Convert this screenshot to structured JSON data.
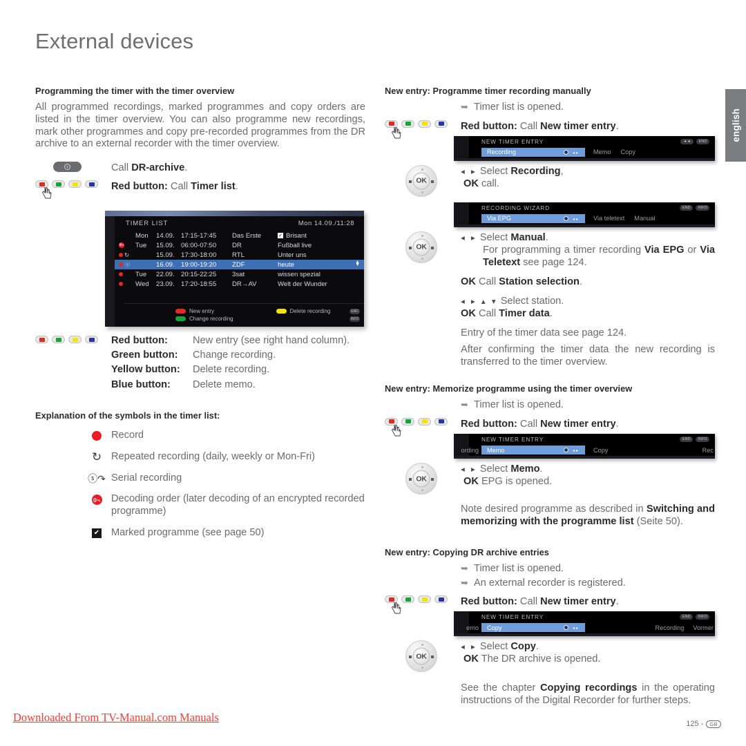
{
  "page": {
    "title": "External devices",
    "lang_tab": "english",
    "watermark": "Downloaded From TV-Manual.com Manuals",
    "page_number": "125 -",
    "region_code": "GB"
  },
  "left": {
    "section1_heading": "Programming the timer with the timer overview",
    "section1_body": "All programmed recordings, marked programmes and copy orders are listed in the timer overview. You can also programme new recordings, mark other programmes and copy pre-recorded programmes from the DR archive to an external recorder with the timer overview.",
    "step_dr_archive": "Call DR-archive.",
    "step_dr_archive_plain": "Call ",
    "step_dr_archive_bold": "DR-archive",
    "step_red_timer_list_bold": "Red button:",
    "step_red_timer_list_plain": " Call ",
    "step_red_timer_list_bold2": "Timer list",
    "button_legend": [
      {
        "label": "Red button:",
        "value": "New entry (see right hand column)."
      },
      {
        "label": "Green button:",
        "value": "Change recording."
      },
      {
        "label": "Yellow button:",
        "value": "Delete recording."
      },
      {
        "label": "Blue button:",
        "value": "Delete memo."
      }
    ],
    "symbols_heading": "Explanation of the symbols in the timer list:",
    "symbols": [
      {
        "icon": "record-dot-icon",
        "text": "Record"
      },
      {
        "icon": "repeat-arrow-icon",
        "text": "Repeated recording (daily, weekly or Mon-Fri)"
      },
      {
        "icon": "serial-recording-icon",
        "text": "Serial recording"
      },
      {
        "icon": "decoding-order-icon",
        "text": "Decoding order (later decoding of an encrypted recorded programme)"
      },
      {
        "icon": "marked-checkbox-icon",
        "text": "Marked programme (see page 50)"
      }
    ]
  },
  "timer_list_osd": {
    "title": "TIMER LIST",
    "clock": "Mon 14.09./11:28",
    "columns": [
      "symbol",
      "day",
      "date",
      "time",
      "station",
      "programme"
    ],
    "rows": [
      {
        "symbols": [],
        "day": "Mon",
        "date": "14.09.",
        "time": "17:15-17:45",
        "station": "Das Erste",
        "programme": "Brisant",
        "marked": true,
        "selected": false
      },
      {
        "symbols": [
          "decode"
        ],
        "day": "Tue",
        "date": "15.09.",
        "time": "06:00-07:50",
        "station": "DR",
        "programme": "Fußball live",
        "marked": false,
        "selected": false
      },
      {
        "symbols": [
          "record",
          "repeat"
        ],
        "day": "",
        "date": "15.09.",
        "time": "17:30-18:00",
        "station": "RTL",
        "programme": "Unter uns",
        "marked": false,
        "selected": false
      },
      {
        "symbols": [
          "record",
          "serial"
        ],
        "day": "",
        "date": "16.09.",
        "time": "19:00-19:20",
        "station": "ZDF",
        "programme": "heute",
        "marked": false,
        "selected": true
      },
      {
        "symbols": [
          "record"
        ],
        "day": "Tue",
        "date": "22.09.",
        "time": "20:15-22:25",
        "station": "3sat",
        "programme": "wissen spezial",
        "marked": false,
        "selected": false
      },
      {
        "symbols": [
          "record"
        ],
        "day": "Wed",
        "date": "23.09.",
        "time": "17:20-18:55",
        "station": "DR→AV",
        "programme": "Welt der Wunder",
        "marked": false,
        "selected": false
      }
    ],
    "footer": [
      {
        "color": "red",
        "label": "New entry",
        "color2": "yellow",
        "label2": "Delete recording",
        "end": "END"
      },
      {
        "color": "green",
        "label": "Change recording",
        "color2": "",
        "label2": "",
        "end": "INFO"
      }
    ]
  },
  "right": {
    "section_manual_heading": "New entry: Programme timer recording manually",
    "prereq_timer_list": "Timer list is opened.",
    "red_new_timer_entry_bold": "Red button:",
    "red_new_timer_entry_plain": " Call ",
    "red_new_timer_entry_bold2": "New timer entry",
    "select_recording_plain": "Select ",
    "select_recording_bold": "Recording",
    "select_recording_tail": ",",
    "ok_call": "call.",
    "select_manual_plain": "Select ",
    "select_manual_bold": "Manual",
    "manual_note_a": "For programming a timer recording ",
    "manual_note_b": "Via EPG",
    "manual_note_c": " or ",
    "manual_note_d": "Via Teletext",
    "manual_note_e": " see page 124.",
    "ok_station_selection_plain": "Call ",
    "ok_station_selection_bold": "Station selection",
    "select_station": "Select station.",
    "ok_timer_data_plain": "Call ",
    "ok_timer_data_bold": "Timer data",
    "entry_timer_data": "Entry of the timer data see page 124.",
    "after_confirming": "After confirming the timer data the new recording is transferred to the timer overview.",
    "section_memorize_heading": "New entry: Memorize programme using the timer overview",
    "select_memo_plain": "Select ",
    "select_memo_bold": "Memo",
    "ok_epg_opened": "EPG is opened.",
    "note_memo_a": "Note desired programme as described in ",
    "note_memo_b": "Switching and memorizing with the programme list",
    "note_memo_c": " (Seite 50).",
    "section_copy_heading": "New entry: Copying DR archive entries",
    "prereq_recorder": "An external recorder is registered.",
    "select_copy_plain": "Select ",
    "select_copy_bold": "Copy",
    "ok_dr_archive_opened": "The DR archive is opened.",
    "see_chapter_a": "See the chapter ",
    "see_chapter_b": "Copying recordings",
    "see_chapter_c": " in the operating instructions of the Digital Recorder for further steps.",
    "ok_label": "OK"
  },
  "osd_bars": [
    {
      "title": "NEW TIMER ENTRY",
      "badges": [
        "◄◄",
        "END"
      ],
      "prev_tab": "",
      "selected_tab": "Recording",
      "next_tabs": [
        "Memo",
        "Copy"
      ],
      "far_right": []
    },
    {
      "title": "RECORDING WIZARD",
      "badges": [
        "END",
        "INFO"
      ],
      "prev_tab": "",
      "selected_tab": "Via EPG",
      "next_tabs": [
        "Via teletext",
        "Manual"
      ],
      "far_right": []
    },
    {
      "title": "NEW TIMER ENTRY",
      "badges": [
        "END",
        "INFO"
      ],
      "prev_tab": "ording",
      "selected_tab": "Memo",
      "next_tabs": [
        "Copy"
      ],
      "far_right": [
        "Rec"
      ]
    },
    {
      "title": "NEW TIMER ENTRY",
      "badges": [
        "END",
        "INFO"
      ],
      "prev_tab": "emo",
      "selected_tab": "Copy",
      "next_tabs": [],
      "far_right": [
        "Recording",
        "Vormer"
      ]
    }
  ],
  "colors": {
    "red": "#e02b20",
    "green": "#13a538",
    "yellow": "#f5e400",
    "blue": "#2a34a8",
    "osd_highlight": "#3d6fb5",
    "tab_gray": "#7c7d80",
    "watermark_red": "#fb3b35"
  }
}
